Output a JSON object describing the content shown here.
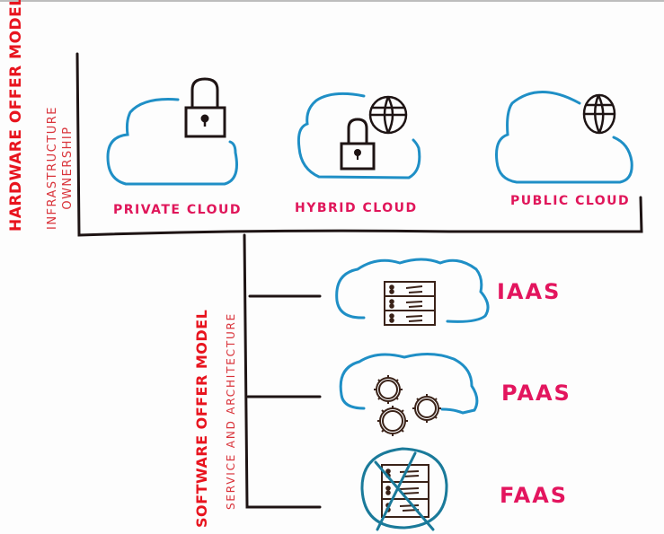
{
  "hardware": {
    "title": "HARDWARE OFFER MODEL",
    "subtitle_line1": "INFRASTRUCTURE",
    "subtitle_line2": "OWNERSHIP",
    "clouds": [
      {
        "label": "PRIVATE CLOUD",
        "icons": [
          "lock-icon"
        ]
      },
      {
        "label": "HYBRID CLOUD",
        "icons": [
          "lock-icon",
          "globe-icon"
        ]
      },
      {
        "label": "PUBLIC CLOUD",
        "icons": [
          "globe-icon"
        ]
      }
    ]
  },
  "software": {
    "title": "SOFTWARE OFFER MODEL",
    "subtitle": "SERVICE AND ARCHITECTURE",
    "services": [
      {
        "label": "IAAS",
        "icon": "server-rack-icon"
      },
      {
        "label": "PAAS",
        "icon": "gears-icon"
      },
      {
        "label": "FAAS",
        "icon": "no-server-icon"
      }
    ]
  },
  "colors": {
    "title_red": "#e8141e",
    "label_pink": "#e0165a",
    "cloud_blue": "#1f8fc6",
    "ink": "#1e1414"
  }
}
